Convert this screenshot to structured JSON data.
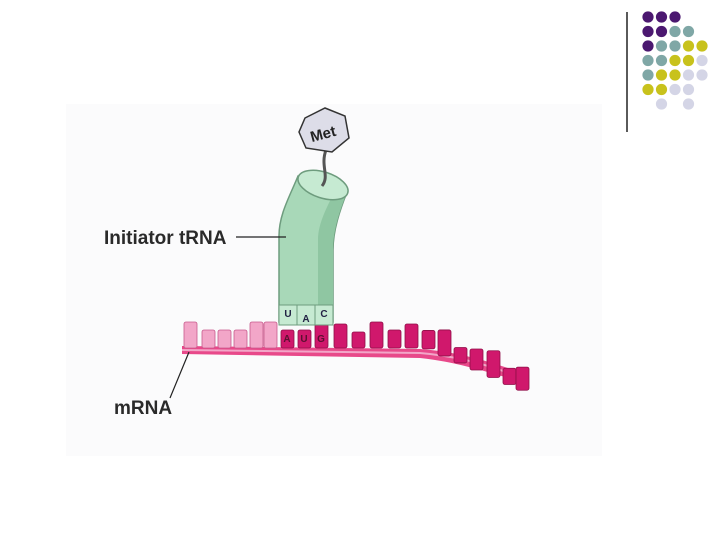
{
  "slide": {
    "colors": {
      "purple": "#4b1870",
      "teal": "#7fa7a6",
      "olive": "#c8c21c",
      "lavender": "#d4d5e6",
      "trna_green": "#a8d8b8",
      "mrna_pink": "#e8498a",
      "mrna_light_pink": "#f2a6c8",
      "mrna_magenta": "#d0186c"
    },
    "decor_grid": [
      [
        "purple",
        "purple",
        "purple",
        null,
        null
      ],
      [
        "purple",
        "purple",
        "teal",
        "teal",
        null
      ],
      [
        "purple",
        "teal",
        "teal",
        "olive",
        "olive"
      ],
      [
        "teal",
        "teal",
        "olive",
        "olive",
        "lavender"
      ],
      [
        "teal",
        "olive",
        "olive",
        "lavender",
        "lavender"
      ],
      [
        "olive",
        "olive",
        "lavender",
        "lavender",
        null
      ],
      [
        null,
        "lavender",
        null,
        "lavender",
        null
      ]
    ]
  },
  "diagram": {
    "amino_acid": "Met",
    "trna_label": "Initiator tRNA",
    "mrna_label": "mRNA",
    "anticodon": [
      "U",
      "A",
      "C"
    ],
    "codon": [
      "A",
      "U",
      "G"
    ]
  }
}
